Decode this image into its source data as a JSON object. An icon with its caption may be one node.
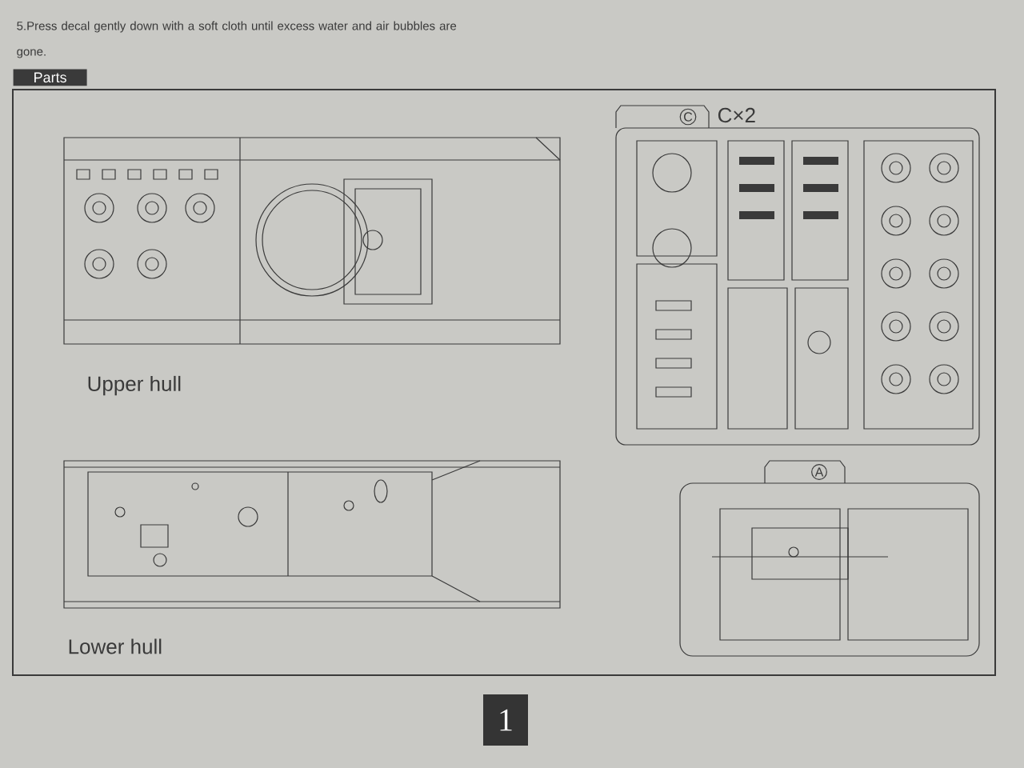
{
  "diagram": {
    "labels": [
      "5.Press decal gently down with a soft cloth until excess water and air bubbles are gone.",
      "Parts",
      "C",
      "C×2",
      "Upper hull",
      "A",
      "Lower hull",
      "1"
    ]
  }
}
